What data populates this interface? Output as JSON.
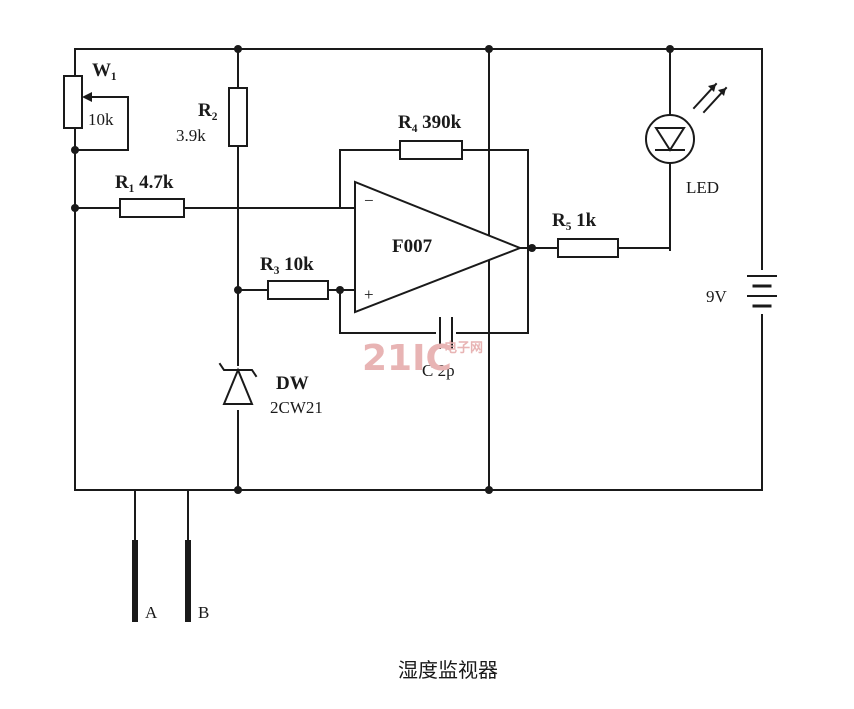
{
  "labels": {
    "w1": "W₁",
    "w1_value": "10k",
    "r2": "R₂",
    "r2_value": "3.9k",
    "r1": "R₁ 4.7k",
    "r4": "R₄ 390k",
    "r3": "R₃ 10k",
    "r5": "R₅ 1k",
    "opamp": "F007",
    "opamp_minus": "−",
    "opamp_plus": "+",
    "led": "LED",
    "battery": "9V",
    "cap": "C 2p",
    "zener": "DW",
    "zener_part": "2CW21",
    "probe_a": "A",
    "probe_b": "B",
    "watermark": "21IC",
    "watermark_sub": "电子网"
  },
  "caption": "湿度监视器",
  "colors": {
    "ink": "#1a1a1a",
    "watermark": "#e8b4b4"
  }
}
